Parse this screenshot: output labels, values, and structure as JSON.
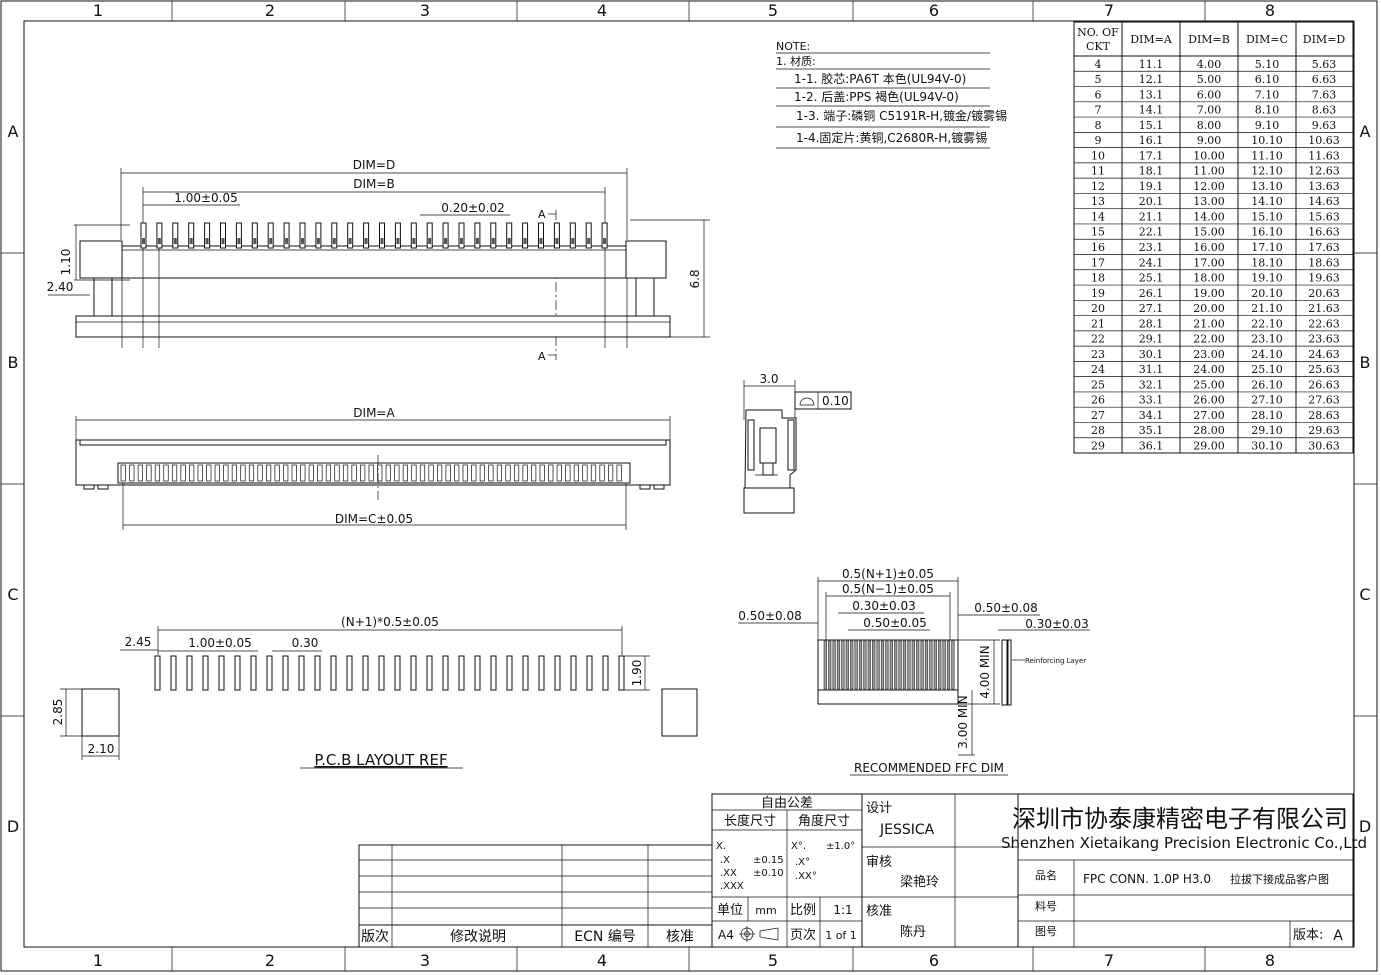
{
  "frame": {
    "col_labels": [
      "1",
      "2",
      "3",
      "4",
      "5",
      "6",
      "7",
      "8"
    ],
    "row_labels": [
      "A",
      "B",
      "C",
      "D"
    ]
  },
  "notes": {
    "heading": "NOTE:",
    "items": [
      "1. 材质:",
      "1-1. 胶芯:PA6T 本色(UL94V-0)",
      "1-2. 后盖:PPS 褐色(UL94V-0)",
      "1-3. 端子:磷铜 C5191R-H,镀金/镀雾锡",
      "1-4.固定片:黄铜,C2680R-H,镀雾锡"
    ]
  },
  "dim_table": {
    "headers": [
      "NO. OF CKT",
      "DIM=A",
      "DIM=B",
      "DIM=C",
      "DIM=D"
    ],
    "rows": [
      [
        "4",
        "11.1",
        "4.00",
        "5.10",
        "5.63"
      ],
      [
        "5",
        "12.1",
        "5.00",
        "6.10",
        "6.63"
      ],
      [
        "6",
        "13.1",
        "6.00",
        "7.10",
        "7.63"
      ],
      [
        "7",
        "14.1",
        "7.00",
        "8.10",
        "8.63"
      ],
      [
        "8",
        "15.1",
        "8.00",
        "9.10",
        "9.63"
      ],
      [
        "9",
        "16.1",
        "9.00",
        "10.10",
        "10.63"
      ],
      [
        "10",
        "17.1",
        "10.00",
        "11.10",
        "11.63"
      ],
      [
        "11",
        "18.1",
        "11.00",
        "12.10",
        "12.63"
      ],
      [
        "12",
        "19.1",
        "12.00",
        "13.10",
        "13.63"
      ],
      [
        "13",
        "20.1",
        "13.00",
        "14.10",
        "14.63"
      ],
      [
        "14",
        "21.1",
        "14.00",
        "15.10",
        "15.63"
      ],
      [
        "15",
        "22.1",
        "15.00",
        "16.10",
        "16.63"
      ],
      [
        "16",
        "23.1",
        "16.00",
        "17.10",
        "17.63"
      ],
      [
        "17",
        "24.1",
        "17.00",
        "18.10",
        "18.63"
      ],
      [
        "18",
        "25.1",
        "18.00",
        "19.10",
        "19.63"
      ],
      [
        "19",
        "26.1",
        "19.00",
        "20.10",
        "20.63"
      ],
      [
        "20",
        "27.1",
        "20.00",
        "21.10",
        "21.63"
      ],
      [
        "21",
        "28.1",
        "21.00",
        "22.10",
        "22.63"
      ],
      [
        "22",
        "29.1",
        "22.00",
        "23.10",
        "23.63"
      ],
      [
        "23",
        "30.1",
        "23.00",
        "24.10",
        "24.63"
      ],
      [
        "24",
        "31.1",
        "24.00",
        "25.10",
        "25.63"
      ],
      [
        "25",
        "32.1",
        "25.00",
        "26.10",
        "26.63"
      ],
      [
        "26",
        "33.1",
        "26.00",
        "27.10",
        "27.63"
      ],
      [
        "27",
        "34.1",
        "27.00",
        "28.10",
        "28.63"
      ],
      [
        "28",
        "35.1",
        "28.00",
        "29.10",
        "29.63"
      ],
      [
        "29",
        "36.1",
        "29.00",
        "30.10",
        "30.63"
      ]
    ]
  },
  "top_view": {
    "dim_d": "DIM=D",
    "dim_b": "DIM=B",
    "pitch": "1.00±0.05",
    "pin_width": "0.20±0.02",
    "section_a": "A",
    "h_110": "1.10",
    "h_240": "2.40",
    "h_68": "6.8"
  },
  "front_view": {
    "dim_a": "DIM=A",
    "dim_c": "DIM=C±0.05"
  },
  "side_view": {
    "w_30": "3.0",
    "flat": "0.10"
  },
  "pcb": {
    "total": "(N+1)*0.5±0.05",
    "pitch": "1.00±0.05",
    "pad_w": "0.30",
    "edge": "2.45",
    "pad_len": "1.90",
    "tab_h": "2.85",
    "tab_w": "2.10",
    "title": "P.C.B  LAYOUT  REF"
  },
  "ffc": {
    "d1": "0.5(N+1)±0.05",
    "d2": "0.5(N−1)±0.05",
    "d3": "0.30±0.03",
    "d4": "0.50±0.05",
    "d5_left": "0.50±0.08",
    "d5_right": "0.50±0.08",
    "thick": "0.30±0.03",
    "reinforce": "Reinforcing Layer",
    "min4": "4.00 MIN",
    "min3": "3.00 MIN",
    "title": "RECOMMENDED  FFC  DIM"
  },
  "revision_block": {
    "cols": [
      "版次",
      "修改说明",
      "ECN 编号",
      "核准"
    ]
  },
  "title_block": {
    "tolerance_title": "自由公差",
    "linear": "长度尺寸",
    "angular": "角度尺寸",
    "lin_rows": [
      [
        "X.",
        ""
      ],
      [
        ".X",
        "±0.15"
      ],
      [
        ".XX",
        "±0.10"
      ],
      [
        ".XXX",
        ""
      ]
    ],
    "ang_rows": [
      [
        "X°.",
        "±1.0°"
      ],
      [
        ".X°",
        ""
      ],
      [
        ".XX°",
        ""
      ]
    ],
    "unit_label": "单位",
    "unit": "mm",
    "scale_label": "比例",
    "scale": "1:1",
    "paper": "A4",
    "page_label": "页次",
    "page": "1 of 1",
    "design_label": "设计",
    "designer": "JESSICA",
    "check_label": "审核",
    "checker": "梁艳玲",
    "approve_label": "核准",
    "approver": "陈丹",
    "company_cn": "深圳市协泰康精密电子有限公司",
    "company_en": "Shenzhen Xietaikang Precision Electronic Co.,Ltd",
    "product_label": "品名",
    "product": "FPC  CONN.  1.0P  H3.0",
    "product_sub": "拉拔下接成品客户图",
    "material_label": "料号",
    "drawing_label": "图号",
    "version_label": "版本:",
    "version": "A"
  }
}
